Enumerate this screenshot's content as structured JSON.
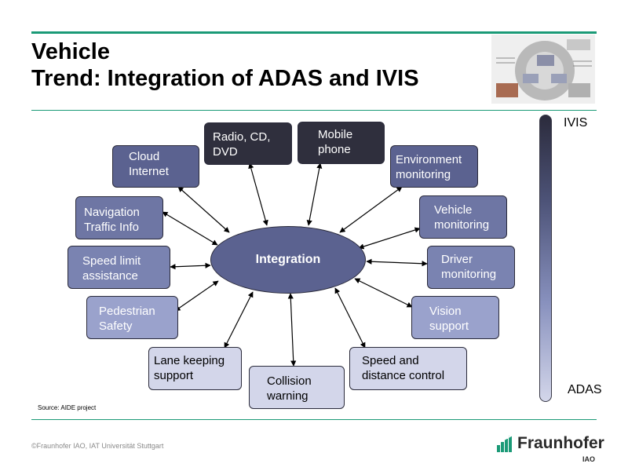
{
  "title": {
    "line1": "Vehicle",
    "line2": "Trend: Integration of ADAS and IVIS"
  },
  "center": "Integration",
  "boxes": [
    {
      "label": "Cloud\nInternet",
      "color": "#5b6290",
      "text_color": "#ffffff"
    },
    {
      "label": "Radio, CD,\nDVD",
      "color": "#2f2f3d",
      "text_color": "#ffffff"
    },
    {
      "label": "Mobile\nphone",
      "color": "#2f2f3d",
      "text_color": "#ffffff"
    },
    {
      "label": "Environment\nmonitoring",
      "color": "#5b6290",
      "text_color": "#ffffff"
    },
    {
      "label": "Navigation\nTraffic Info",
      "color": "#6e76a4",
      "text_color": "#ffffff"
    },
    {
      "label": "Vehicle\nmonitoring",
      "color": "#6e76a4",
      "text_color": "#ffffff"
    },
    {
      "label": "Speed limit\nassistance",
      "color": "#7a83b1",
      "text_color": "#ffffff"
    },
    {
      "label": "Driver\nmonitoring",
      "color": "#7a83b1",
      "text_color": "#ffffff"
    },
    {
      "label": "Pedestrian\nSafety",
      "color": "#9aa2cc",
      "text_color": "#ffffff"
    },
    {
      "label": "Vision\nsupport",
      "color": "#9aa2cc",
      "text_color": "#ffffff"
    },
    {
      "label": "Lane keeping\nsupport",
      "color": "#d3d6ea",
      "text_color": "#000000"
    },
    {
      "label": "Speed and\ndistance control",
      "color": "#d3d6ea",
      "text_color": "#000000"
    },
    {
      "label": "Collision\nwarning",
      "color": "#d3d6ea",
      "text_color": "#000000"
    }
  ],
  "scale": {
    "top": "IVIS",
    "bottom": "ADAS"
  },
  "source": "Source: AIDE project",
  "footer": "©Fraunhofer IAO, IAT Universität Stuttgart",
  "logo": {
    "name": "Fraunhofer",
    "sub": "IAO",
    "color": "#1b9a77"
  }
}
